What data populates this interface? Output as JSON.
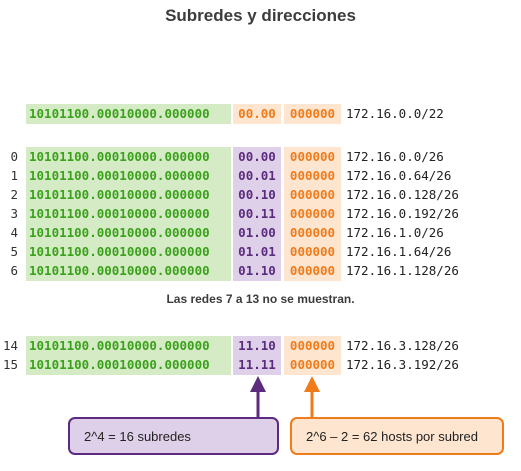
{
  "title": "Subredes y direcciones",
  "header_row": {
    "network_bits": "10101100.00010000.000000",
    "subnet_bits": "00.00",
    "host_bits": "000000",
    "address": "172.16.0.0/22"
  },
  "subnet_rows": [
    {
      "index": "0",
      "network_bits": "10101100.00010000.000000",
      "subnet_bits": "00.00",
      "host_bits": "000000",
      "address": "172.16.0.0/26"
    },
    {
      "index": "1",
      "network_bits": "10101100.00010000.000000",
      "subnet_bits": "00.01",
      "host_bits": "000000",
      "address": "172.16.0.64/26"
    },
    {
      "index": "2",
      "network_bits": "10101100.00010000.000000",
      "subnet_bits": "00.10",
      "host_bits": "000000",
      "address": "172.16.0.128/26"
    },
    {
      "index": "3",
      "network_bits": "10101100.00010000.000000",
      "subnet_bits": "00.11",
      "host_bits": "000000",
      "address": "172.16.0.192/26"
    },
    {
      "index": "4",
      "network_bits": "10101100.00010000.000000",
      "subnet_bits": "01.00",
      "host_bits": "000000",
      "address": "172.16.1.0/26"
    },
    {
      "index": "5",
      "network_bits": "10101100.00010000.000000",
      "subnet_bits": "01.01",
      "host_bits": "000000",
      "address": "172.16.1.64/26"
    },
    {
      "index": "6",
      "network_bits": "10101100.00010000.000000",
      "subnet_bits": "01.10",
      "host_bits": "000000",
      "address": "172.16.1.128/26"
    }
  ],
  "omitted_note": "Las redes 7 a 13 no se muestran.",
  "tail_rows": [
    {
      "index": "14",
      "network_bits": "10101100.00010000.000000",
      "subnet_bits": "11.10",
      "host_bits": "000000",
      "address": "172.16.3.128/26"
    },
    {
      "index": "15",
      "network_bits": "10101100.00010000.000000",
      "subnet_bits": "11.11",
      "host_bits": "000000",
      "address": "172.16.3.192/26"
    }
  ],
  "callouts": {
    "subnets": "2^4 = 16 subredes",
    "hosts": "2^6 – 2 = 62 hosts por subred"
  },
  "colors": {
    "network_bg": "#d5ebc6",
    "network_text": "#3aa11a",
    "subnet_bg": "#ddd0e8",
    "subnet_text": "#5c2a7e",
    "host_bg": "#fde5cf",
    "host_text": "#f07b1a"
  }
}
